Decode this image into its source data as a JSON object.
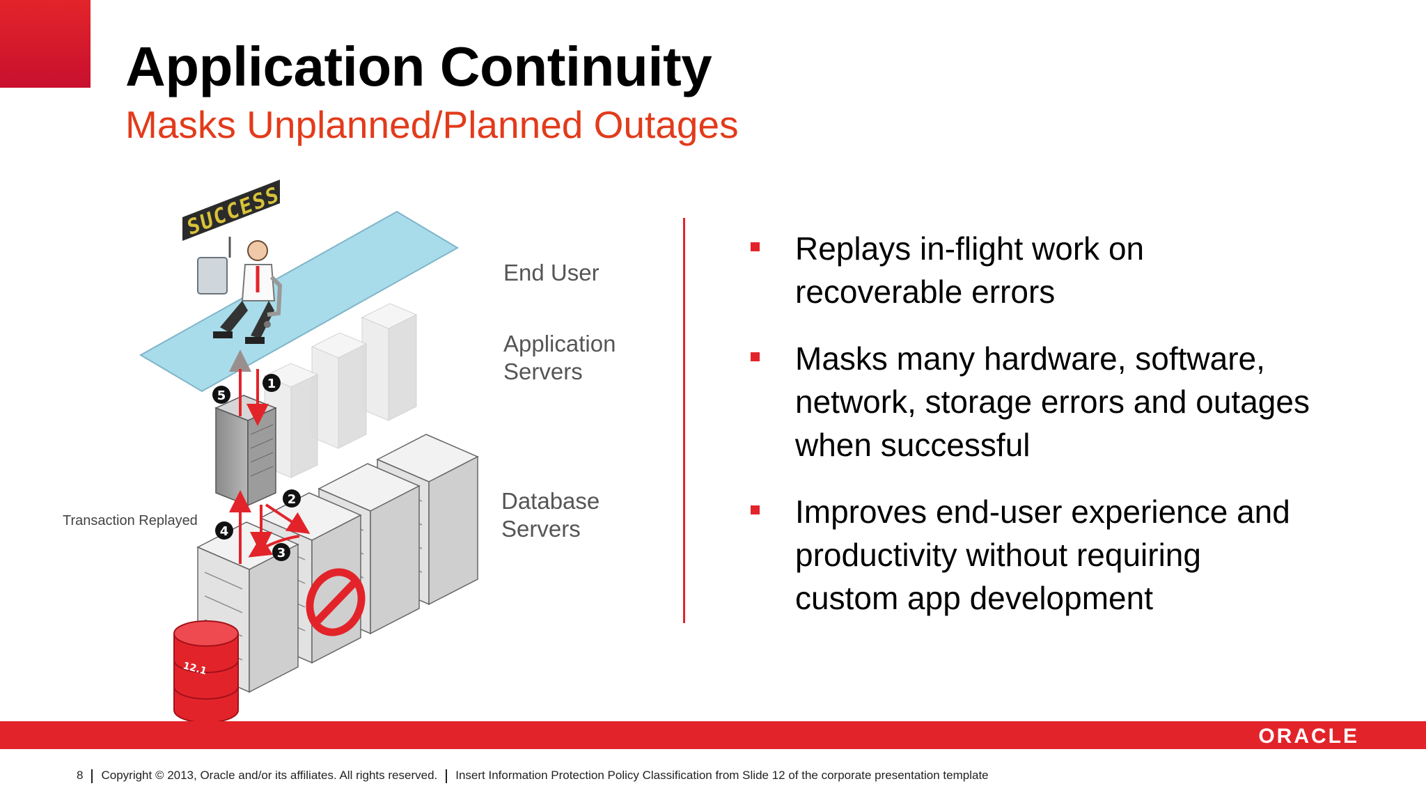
{
  "header": {
    "title": "Application Continuity",
    "subtitle": "Masks Unplanned/Planned Outages"
  },
  "diagram": {
    "sign_text": "SUCCESS",
    "layers": {
      "end_user": "End User",
      "app_line1": "Application",
      "app_line2": "Servers",
      "db_line1": "Database",
      "db_line2": "Servers"
    },
    "replay_label": "Transaction Replayed",
    "steps": [
      "1",
      "2",
      "3",
      "4",
      "5"
    ],
    "db_badge": "12.1",
    "colors": {
      "accent": "#e2242a",
      "floor": "#a8dcea",
      "server": "#e6e6e6"
    }
  },
  "bullets": [
    [
      "Replays in-flight work on",
      "recoverable errors"
    ],
    [
      "Masks many hardware, software,",
      "network, storage errors and outages",
      "when successful"
    ],
    [
      "Improves end-user experience and",
      "productivity without requiring",
      "custom app development"
    ]
  ],
  "footer": {
    "brand": "ORACLE",
    "page": "8",
    "copyright": "Copyright © 2013, Oracle and/or its affiliates. All rights reserved.",
    "policy": "Insert Information Protection Policy Classification from Slide 12 of the corporate presentation template"
  }
}
